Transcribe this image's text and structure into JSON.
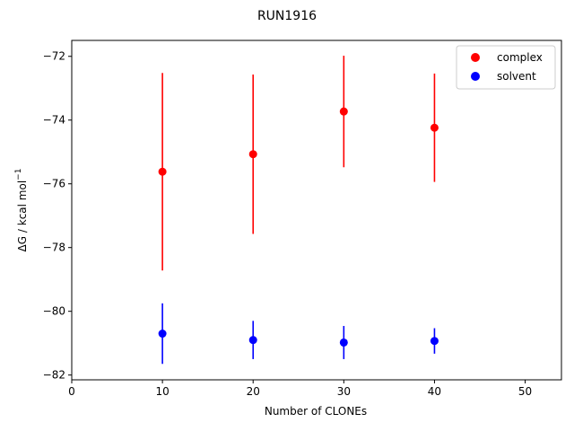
{
  "chart_data": {
    "type": "scatter",
    "title": "RUN1916",
    "xlabel": "Number of CLONEs",
    "ylabel": {
      "main": "ΔG / kcal mol",
      "superscript": "−1"
    },
    "xlim": [
      0,
      54
    ],
    "ylim": [
      -82.15,
      -71.5
    ],
    "xticks": [
      0,
      10,
      20,
      30,
      40,
      50
    ],
    "yticks": [
      -82,
      -80,
      -78,
      -76,
      -74,
      -72
    ],
    "grid": false,
    "legend_position": "top-right",
    "series": [
      {
        "name": "complex",
        "color": "#ff0000",
        "x": [
          10,
          20,
          30,
          40
        ],
        "y": [
          -75.62,
          -75.07,
          -73.73,
          -74.24
        ],
        "yerr": [
          3.1,
          2.5,
          1.75,
          1.7
        ]
      },
      {
        "name": "solvent",
        "color": "#0000ff",
        "x": [
          10,
          20,
          30,
          40
        ],
        "y": [
          -80.7,
          -80.9,
          -80.98,
          -80.93
        ],
        "yerr": [
          0.95,
          0.6,
          0.52,
          0.4
        ]
      }
    ]
  }
}
